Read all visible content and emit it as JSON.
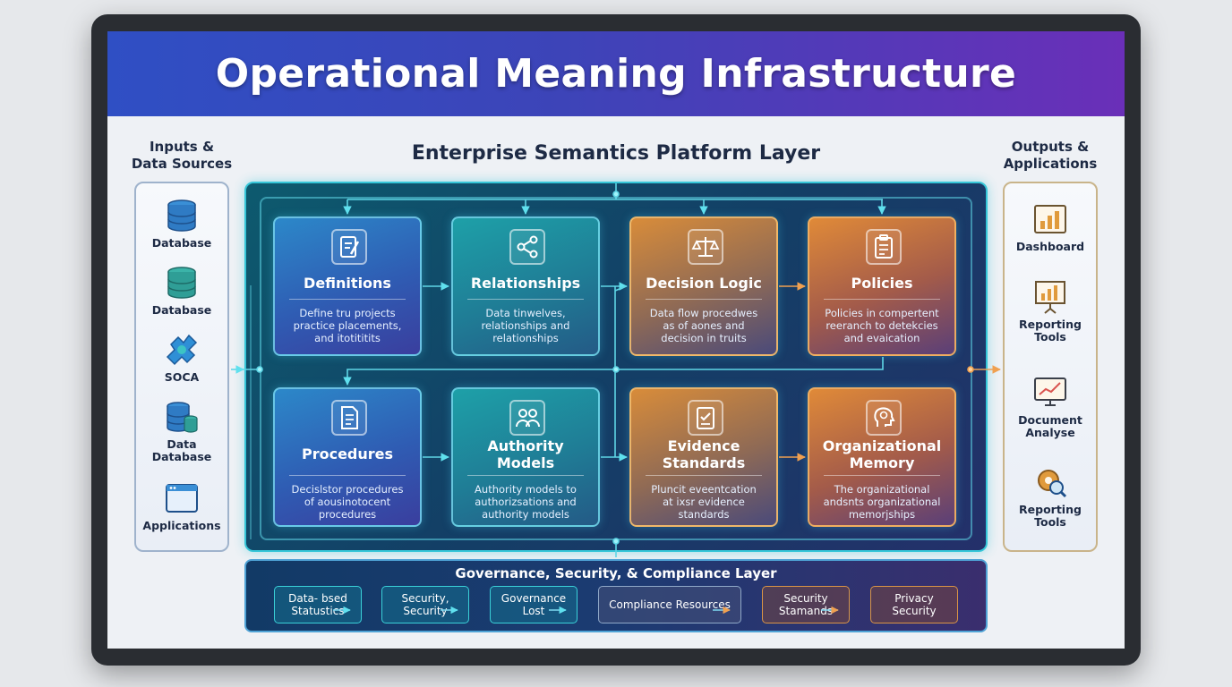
{
  "title": "Operational Meaning Infrastructure",
  "inputs": {
    "title": "Inputs &\nData Sources",
    "items": [
      {
        "label": "Database",
        "icon": "database-icon"
      },
      {
        "label": "Database",
        "icon": "database-icon"
      },
      {
        "label": "SOCA",
        "icon": "puzzle-icon"
      },
      {
        "label": "Data\nDatabase",
        "icon": "database-stack-icon"
      },
      {
        "label": "Applications",
        "icon": "application-window-icon"
      }
    ]
  },
  "platform": {
    "title": "Enterprise Semantics Platform Layer",
    "cards": [
      {
        "title": "Definitions",
        "desc": "Define tru projects\npractice placements,\nand itotititits",
        "icon": "edit-document-icon"
      },
      {
        "title": "Relationships",
        "desc": "Data tinwelves,\nrelationships and\nrelationships",
        "icon": "share-nodes-icon"
      },
      {
        "title": "Decision Logic",
        "desc": "Data flow procedwes\nas of aones and\ndecision in truits",
        "icon": "balance-scale-icon"
      },
      {
        "title": "Policies",
        "desc": "Policies in compertent\nreeranch to detekcies\nand evaication",
        "icon": "clipboard-icon"
      },
      {
        "title": "Procedures",
        "desc": "Decislstor procedures\nof aousinotocent\nprocedures",
        "icon": "document-list-icon"
      },
      {
        "title": "Authority\nModels",
        "desc": "Authority models to\nauthorizsations and\nauthority models",
        "icon": "user-group-icon"
      },
      {
        "title": "Evidence\nStandards",
        "desc": "Pluncit eveentcation\nat ixsr evidence\nstandards",
        "icon": "checklist-icon"
      },
      {
        "title": "Organizational\nMemory",
        "desc": "The organizational\nandsnts organizational\nmemorjships",
        "icon": "brain-head-icon"
      }
    ]
  },
  "governance": {
    "title": "Governance, Security, & Compliance Layer",
    "items": [
      "Data- bsed\nStatustics",
      "Security,\nSecurity",
      "Governance\nLost",
      "Compliance Resources",
      "Security\nStamands",
      "Privacy\nSecurity"
    ]
  },
  "outputs": {
    "title": "Outputs &\nApplications",
    "items": [
      {
        "label": "Dashboard",
        "icon": "dashboard-chart-icon"
      },
      {
        "label": "Reporting\nTools",
        "icon": "presentation-chart-icon"
      },
      {
        "label": "Document\nAnalyse",
        "icon": "monitor-trend-icon"
      },
      {
        "label": "Reporting\nTools",
        "icon": "gear-search-icon"
      }
    ]
  },
  "colors": {
    "accent_cyan": "#35c6d8",
    "accent_orange": "#e08a38",
    "title_blue": "#2f4fc4",
    "title_purple": "#6a2fb8"
  }
}
